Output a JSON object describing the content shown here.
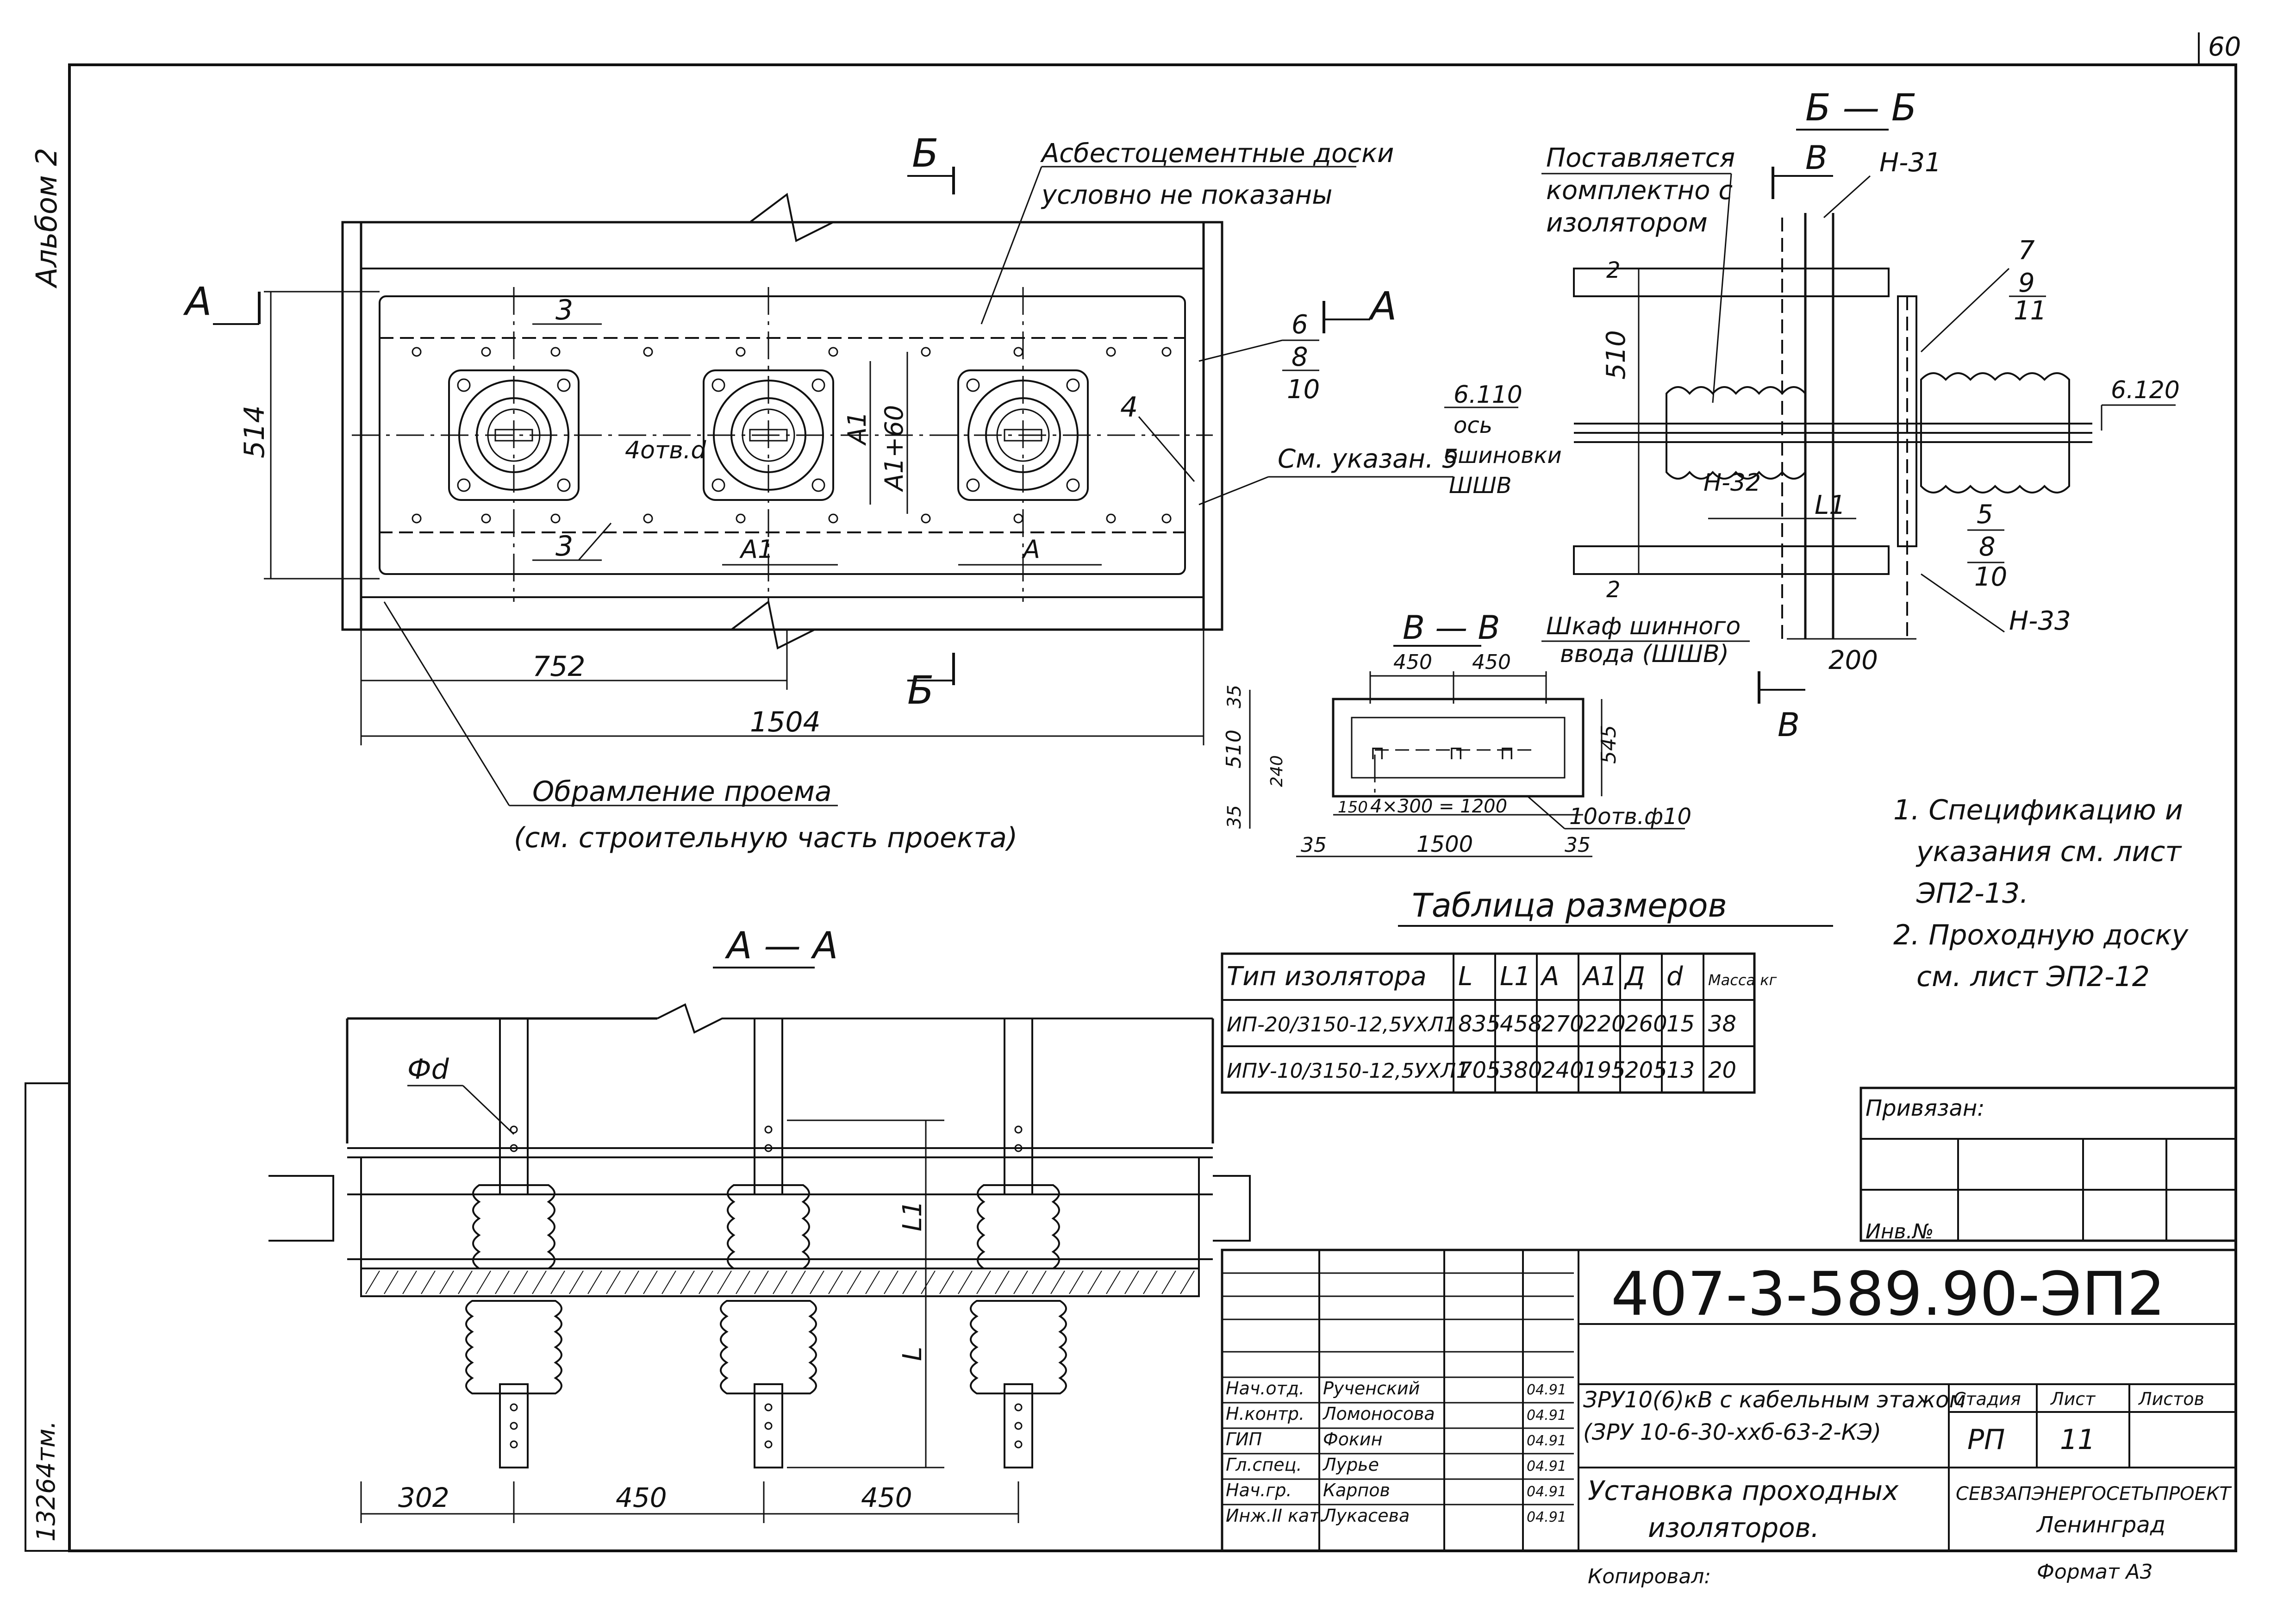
{
  "page_number": "60",
  "album": "Альбом 2",
  "inventory": "13264тм.",
  "notes": {
    "board_note_1": "Асбестоцементные доски",
    "board_note_2": "условно не показаны",
    "supplied_1": "Поставляется",
    "supplied_2": "комплектно с",
    "supplied_3": "изолятором",
    "opening_1": "Обрамление проема",
    "opening_2": "(см. строительную часть проекта)",
    "see_note": "См. указан. 5",
    "axis_1": "ось",
    "axis_2": "ошиновки",
    "axis_3": "ШШВ",
    "cabinet_1": "Шкаф шинного",
    "cabinet_2": "ввода (ШШВ)",
    "holes_4": "4отв.d",
    "holes_10": "10отв.ф10"
  },
  "section_labels": {
    "a": "А",
    "b": "Б",
    "v": "В",
    "aa": "А — А",
    "bb": "Б — Б",
    "vv": "В — В"
  },
  "callouts": {
    "c3": "3",
    "c4": "4",
    "c6": "6",
    "c8": "8",
    "c10": "10",
    "c7": "7",
    "c9": "9",
    "c11": "11",
    "c5": "5",
    "n31": "Н-31",
    "n32": "Н-32",
    "n33": "Н-33",
    "e110": "6.110",
    "e120": "6.120",
    "phi_d": "Фd"
  },
  "dims": {
    "d514": "514",
    "d752": "752",
    "d1504": "1504",
    "dA1": "А1",
    "dA1_60": "А1+60",
    "dA": "А",
    "d510": "510",
    "dL1": "L1",
    "dL": "L",
    "d200": "200",
    "d302": "302",
    "d450a": "450",
    "d450b": "450",
    "vv_450a": "450",
    "vv_450b": "450",
    "vv_35a": "35",
    "vv_510": "510",
    "vv_35b": "35",
    "vv_240": "240",
    "vv_545": "545",
    "vv_150": "150",
    "vv_4x300": "4×300 = 1200",
    "vv_35c": "35",
    "vv_1500": "1500",
    "vv_35d": "35",
    "v2a": "2",
    "v2b": "2"
  },
  "instructions": {
    "line1": "1. Спецификацию и",
    "line2": "указания см. лист",
    "line3": "ЭП2-13.",
    "line4": "2. Проходную доску",
    "line5": "см. лист ЭП2-12"
  },
  "table": {
    "title": "Таблица размеров",
    "headers": [
      "Тип изолятора",
      "L",
      "L1",
      "А",
      "А1",
      "Д",
      "d",
      "Масса кг"
    ],
    "rows": [
      [
        "ИП-20/3150-12,5УХЛ1",
        "835",
        "458",
        "270",
        "220",
        "260",
        "15",
        "38"
      ],
      [
        "ИПУ-10/3150-12,5УХЛ1",
        "705",
        "380",
        "240",
        "195",
        "205",
        "13",
        "20"
      ]
    ]
  },
  "title_block": {
    "linked": "Привязан:",
    "inv_no": "Инв.№",
    "code": "407-3-589.90-ЭП2",
    "project_1": "ЗРУ10(6)кВ с кабельным этажом",
    "project_2": "(ЗРУ 10-6-30-ххб-63-2-КЭ)",
    "sheet_title_1": "Установка проходных",
    "sheet_title_2": "изоляторов.",
    "stage_label": "Стадия",
    "sheet_label": "Лист",
    "sheets_label": "Листов",
    "stage": "РП",
    "sheet": "11",
    "org_1": "СЕВЗАПЭНЕРГОСЕТЬПРОЕКТ",
    "org_2": "Ленинград",
    "staff": [
      {
        "role": "Нач.отд.",
        "name": "Рученский",
        "date": "04.91"
      },
      {
        "role": "Н.контр.",
        "name": "Ломоносова",
        "date": "04.91"
      },
      {
        "role": "ГИП",
        "name": "Фокин",
        "date": "04.91"
      },
      {
        "role": "Гл.спец.",
        "name": "Лурье",
        "date": "04.91"
      },
      {
        "role": "Нач.гр.",
        "name": "Карпов",
        "date": "04.91"
      },
      {
        "role": "Инж.II кат.",
        "name": "Лукасева",
        "date": "04.91"
      }
    ]
  },
  "footer": {
    "copied": "Копировал:",
    "format": "Формат А3"
  }
}
